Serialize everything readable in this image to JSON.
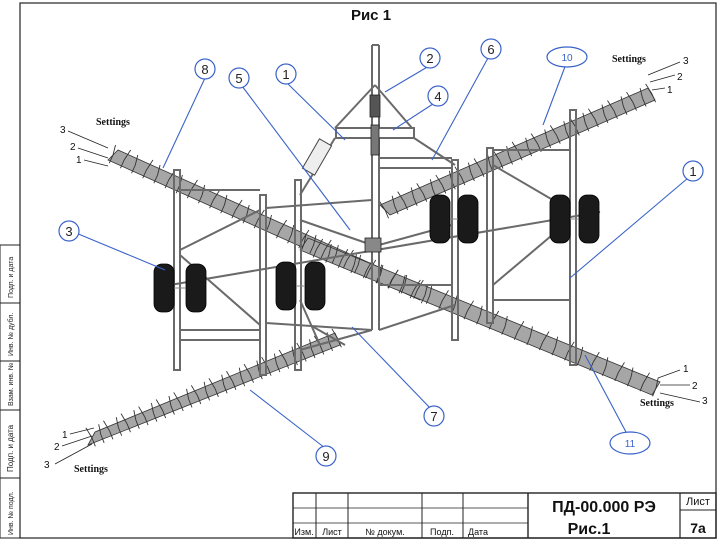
{
  "title": "Рис 1",
  "callouts": [
    "8",
    "5",
    "1",
    "2",
    "6",
    "10",
    "4",
    "1",
    "3",
    "7",
    "9",
    "11"
  ],
  "settings_label": "Settings",
  "settings_numbers": [
    "1",
    "2",
    "3"
  ],
  "side_stamp": {
    "cells": [
      "Подп. и дата",
      "Инв. № дубл.",
      "Взам. инв. №",
      "Подп. и дата",
      "Инв. № подл."
    ]
  },
  "title_block": {
    "doc_number": "ПД-00.000 РЭ",
    "doc_name": "Рис.1",
    "sheet_label": "Лист",
    "sheet_value": "7а",
    "columns": [
      "Изм.",
      "Лист",
      "№ докум.",
      "Подп.",
      "Дата"
    ]
  },
  "colors": {
    "line": "#222222",
    "frame": "#6a6a6a",
    "bar": "#a6a6a6",
    "leader": "#3a63c8",
    "callout_border": "#3a63c8",
    "callout_text": "#222222",
    "wheel": "#1a1a1a"
  }
}
